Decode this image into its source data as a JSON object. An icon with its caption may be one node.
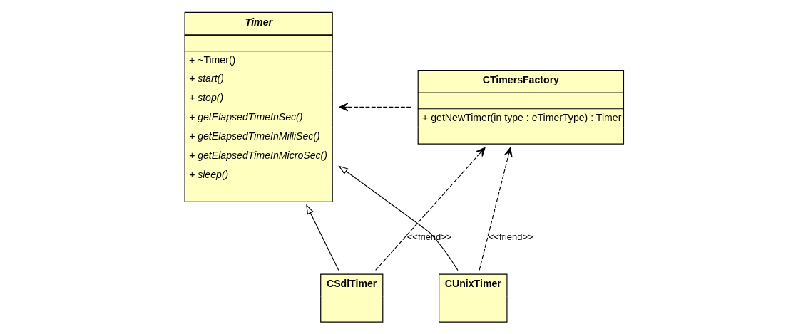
{
  "diagram": {
    "nodes": [
      {
        "text": [
          "Timer",
          "+ ~Timer()",
          "+ start()",
          "+ stop()",
          "+ getElapsedTimeInSec()",
          "+ getElapsedTimeInMilliSec()",
          "+ getElapsedTimeInMicroSec()",
          "+ sleep()"
        ]
      },
      {
        "text": [
          "CTimersFactory",
          "+ getNewTimer(in type : eTimerType) : Timer"
        ]
      },
      {
        "text": [
          "CSdlTimer"
        ]
      },
      {
        "text": [
          "CUnixTimer"
        ]
      }
    ],
    "edges": [
      {
        "from": 1,
        "to": 0,
        "arrow": "to",
        "style": "dashed"
      },
      {
        "from": 2,
        "to": 0,
        "arrow": "to"
      },
      {
        "from": 3,
        "to": 0,
        "arrow": "to"
      },
      {
        "from": 2,
        "to": 1,
        "arrow": "to",
        "style": "dashed",
        "label": "<<friend>>"
      },
      {
        "from": 3,
        "to": 1,
        "arrow": "to",
        "style": "dashed",
        "label": "<<friend>>"
      }
    ]
  }
}
